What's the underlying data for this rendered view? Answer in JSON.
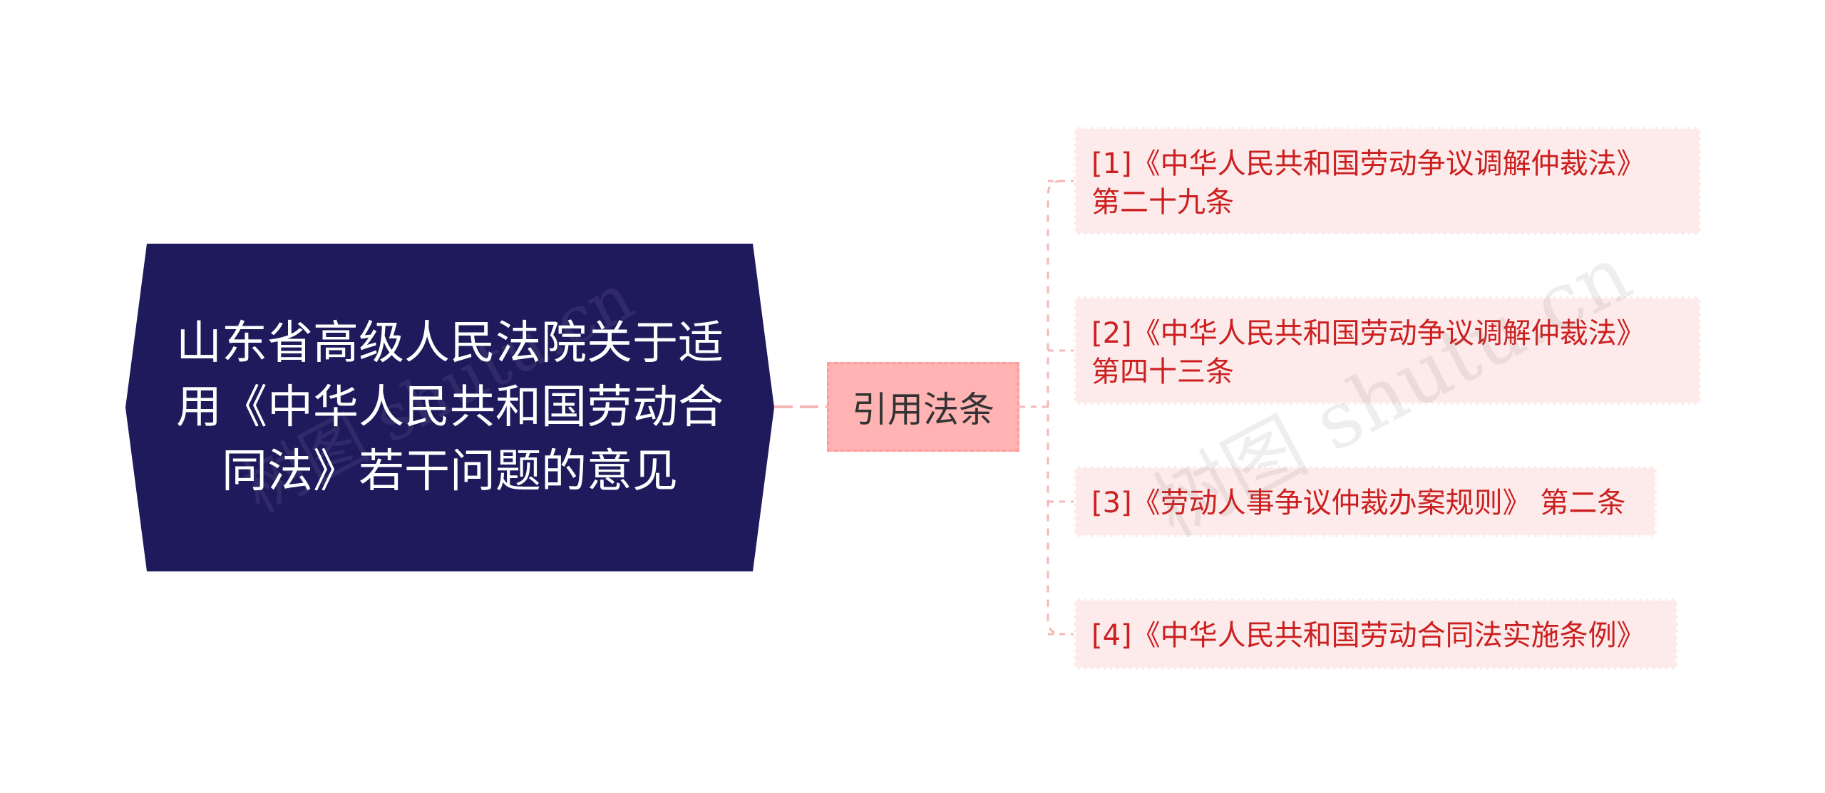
{
  "colors": {
    "root_fill": "#1f1a5c",
    "mid_fill": "#ffb3b3",
    "mid_border": "#ff9c9c",
    "connector": "#f6b7b7",
    "leaf_fill": "#fdeaea",
    "leaf_text": "#cc1f1f"
  },
  "root": {
    "title": "山东省高级人民法院关于适用《中华人民共和国劳动合同法》若干问题的意见"
  },
  "branch": {
    "label": "引用法条"
  },
  "leaves": [
    {
      "text": "[1]《中华人民共和国劳动争议调解仲裁法》 第二十九条"
    },
    {
      "text": "[2]《中华人民共和国劳动争议调解仲裁法》 第四十三条"
    },
    {
      "text": "[3]《劳动人事争议仲裁办案规则》 第二条"
    },
    {
      "text": "[4]《中华人民共和国劳动合同法实施条例》"
    }
  ],
  "watermark": {
    "text": "树图 shutu.cn"
  }
}
